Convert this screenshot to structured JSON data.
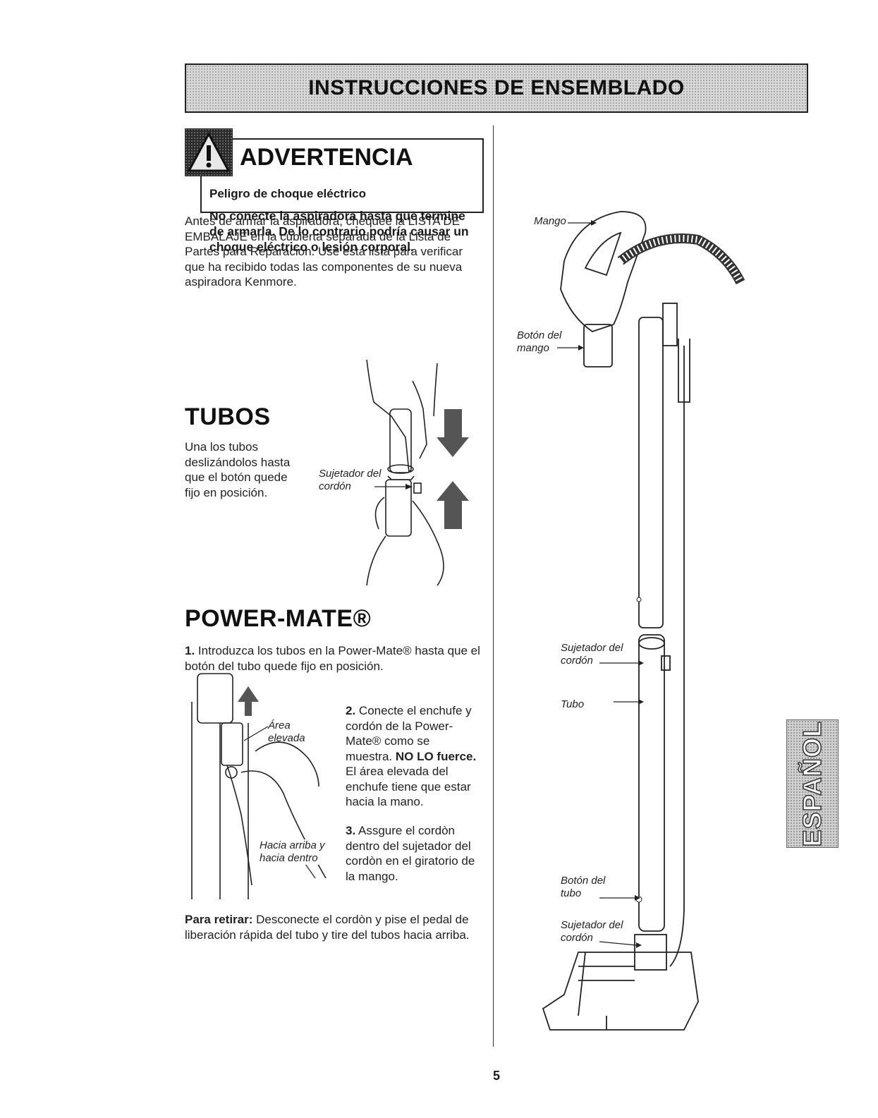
{
  "header": {
    "title": "INSTRUCCIONES DE ENSEMBLADO"
  },
  "warning": {
    "title": "ADVERTENCIA",
    "subtitle": "Peligro de choque eléctrico",
    "text": "No conecte la aspiradora hasta que termine de armarla. De lo contrario podría causar un choque eléctrico o lesión corporal."
  },
  "intro": "Antes de armar la aspiradora, chequee la LISTA DE EMBALAJE en la cubierta separada de la Lista de Partes para Reparación. Use esta lista para verificar que ha recibido todas las componentes de su nueva aspiradora Kenmore.",
  "tubos": {
    "title": "TUBOS",
    "text": "Una los tubos deslizándolos hasta que el botón quede fijo en posición.",
    "label_sujetador": "Sujetador del cordón"
  },
  "powermate": {
    "title": "POWER-MATE®",
    "step1_num": "1.",
    "step1": "Introduzca los tubos en la Power-Mate® hasta que el botón del tubo quede fijo en posición.",
    "label_area": "Área elevada",
    "step2_num": "2.",
    "step2_a": "Conecte el enchufe y cordón de la Power-Mate® como se muestra. ",
    "step2_bold": "NO LO fuerce.",
    "step2_b": " El área elevada del enchufe tiene que estar hacia la mano.",
    "step3_num": "3.",
    "step3": "Assgure el cordòn dentro del sujetador del cordòn en el giratorio de la mango.",
    "label_hacia": "Hacia arriba y hacia dentro",
    "retirar_label": "Para retirar:",
    "retirar_text": " Desconecte el cordòn y pise el pedal de liberación rápida del tubo y tire del tubos hacia arriba."
  },
  "diagram_labels": {
    "mango": "Mango",
    "boton_mango": "Botón del mango",
    "sujetador_cordon": "Sujetador del cordón",
    "tubo": "Tubo",
    "boton_tubo": "Botón del tubo",
    "sujetador_cordon_2": "Sujetador del cordón"
  },
  "side_tab": "ESPAÑOL",
  "page_number": "5"
}
